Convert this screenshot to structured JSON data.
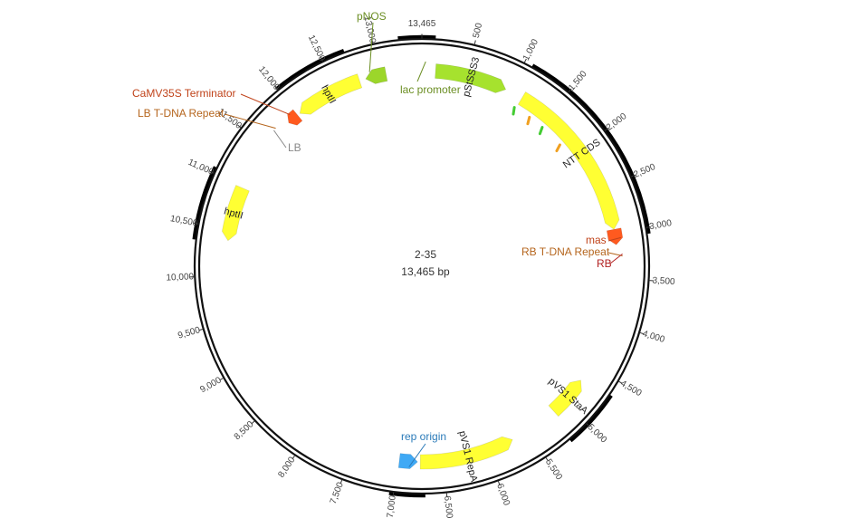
{
  "plasmid": {
    "name": "2-35",
    "length_label": "13,465 bp",
    "length": 13465
  },
  "ticks": [
    {
      "pos": 0,
      "label": "13,465"
    },
    {
      "pos": 500,
      "label": "500"
    },
    {
      "pos": 1000,
      "label": "1,000"
    },
    {
      "pos": 1500,
      "label": "1,500"
    },
    {
      "pos": 2000,
      "label": "2,000"
    },
    {
      "pos": 2500,
      "label": "2,500"
    },
    {
      "pos": 3000,
      "label": "3,000"
    },
    {
      "pos": 3500,
      "label": "3,500"
    },
    {
      "pos": 4000,
      "label": "4,000"
    },
    {
      "pos": 4500,
      "label": "4,500"
    },
    {
      "pos": 5000,
      "label": "5,000"
    },
    {
      "pos": 5500,
      "label": "5,500"
    },
    {
      "pos": 6000,
      "label": "6,000"
    },
    {
      "pos": 6500,
      "label": "6,500"
    },
    {
      "pos": 7000,
      "label": "7,000"
    },
    {
      "pos": 7500,
      "label": "7,500"
    },
    {
      "pos": 8000,
      "label": "8,000"
    },
    {
      "pos": 8500,
      "label": "8,500"
    },
    {
      "pos": 9000,
      "label": "9,000"
    },
    {
      "pos": 9500,
      "label": "9,500"
    },
    {
      "pos": 10000,
      "label": "10,000"
    },
    {
      "pos": 10500,
      "label": "10,500"
    },
    {
      "pos": 11000,
      "label": "11,000"
    },
    {
      "pos": 11500,
      "label": "11,500"
    },
    {
      "pos": 12000,
      "label": "12,000"
    },
    {
      "pos": 12500,
      "label": "12,500"
    },
    {
      "pos": 13000,
      "label": "13,000"
    }
  ],
  "features": [
    {
      "name": "pStSSS3",
      "start": 150,
      "end": 950,
      "dir": 1,
      "color": "#a6e22e",
      "label": "pStSSS3"
    },
    {
      "name": "NTT CDS",
      "start": 1150,
      "end": 2960,
      "dir": 1,
      "color": "#ffff33",
      "label": "NTT CDS"
    },
    {
      "name": "mas",
      "start": 2960,
      "end": 3130,
      "dir": 1,
      "color": "#ff5a1f",
      "label": ""
    },
    {
      "name": "pVS1 StaA",
      "start": 4700,
      "end": 5150,
      "dir": -1,
      "color": "#ffff33",
      "label": "pVS1 StaA"
    },
    {
      "name": "pVS1 RepA",
      "start": 5700,
      "end": 6750,
      "dir": -1,
      "color": "#ffff33",
      "label": "pVS1 RepA"
    },
    {
      "name": "rep origin",
      "start": 6780,
      "end": 6980,
      "dir": -1,
      "color": "#3fa9f5",
      "label": ""
    },
    {
      "name": "hptII left",
      "start": 10380,
      "end": 10980,
      "dir": -1,
      "color": "#ffff33",
      "label": "hptII"
    },
    {
      "name": "CaMV35S Terminator",
      "start": 11860,
      "end": 11990,
      "dir": -1,
      "color": "#ff5a1f",
      "label": ""
    },
    {
      "name": "hptII top",
      "start": 12020,
      "end": 12770,
      "dir": -1,
      "color": "#ffff33",
      "label": "hptII"
    },
    {
      "name": "pNOS",
      "start": 12840,
      "end": 13070,
      "dir": -1,
      "color": "#9cd62a",
      "label": ""
    }
  ],
  "small_marks": [
    {
      "pos": 1130,
      "color": "#44cc33"
    },
    {
      "pos": 1340,
      "color": "#f0a020"
    },
    {
      "pos": 1530,
      "color": "#44cc33"
    },
    {
      "pos": 1820,
      "color": "#f0a020"
    }
  ],
  "arcs": [
    {
      "start": 13240,
      "end": 130
    },
    {
      "start": 1080,
      "end": 3060
    },
    {
      "start": 4650,
      "end": 5220
    },
    {
      "start": 6700,
      "end": 7040
    },
    {
      "start": 10350,
      "end": 11060
    },
    {
      "start": 11990,
      "end": 12720
    }
  ],
  "annotations": [
    {
      "id": "pnos",
      "text": "pNOS",
      "pos": 12900,
      "color": "#6b8e23"
    },
    {
      "id": "lac-promoter",
      "text": "lac promoter",
      "pos": 40,
      "color": "#6b8e23"
    },
    {
      "id": "camv35s-terminator",
      "text": "CaMV35S Terminator",
      "pos": 11930,
      "color": "#c0431a"
    },
    {
      "id": "lb-tdna-repeat",
      "text": "LB T-DNA Repeat",
      "pos": 11720,
      "color": "#b5651d"
    },
    {
      "id": "lb",
      "text": "LB",
      "pos": 11690,
      "color": "#888888"
    },
    {
      "id": "mas",
      "text": "mas",
      "pos": 3060,
      "color": "#c0431a"
    },
    {
      "id": "rb-tdna-repeat",
      "text": "RB T-DNA Repeat",
      "pos": 3255,
      "color": "#b5651d"
    },
    {
      "id": "rb",
      "text": "RB",
      "pos": 3235,
      "color": "#b22222"
    },
    {
      "id": "rep-origin",
      "text": "rep origin",
      "pos": 6870,
      "color": "#2b7bb9"
    }
  ]
}
